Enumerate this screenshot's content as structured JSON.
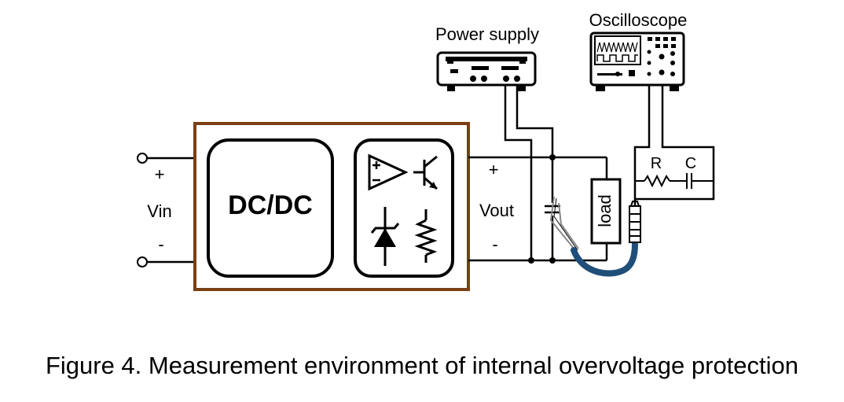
{
  "labels": {
    "power_supply": "Power supply",
    "oscilloscope": "Oscilloscope",
    "vin": "Vin",
    "vin_plus": "+",
    "vin_minus": "-",
    "vout": "Vout",
    "vout_plus": "+",
    "vout_minus": "-",
    "dcdc": "DC/DC",
    "load": "load",
    "r": "R",
    "c": "C"
  },
  "caption": "Figure 4. Measurement environment of internal overvoltage protection",
  "colors": {
    "module_border": "#7b3f14",
    "probe_cable": "#1f4e79",
    "wire": "#000000",
    "probe_lead": "#888888"
  }
}
